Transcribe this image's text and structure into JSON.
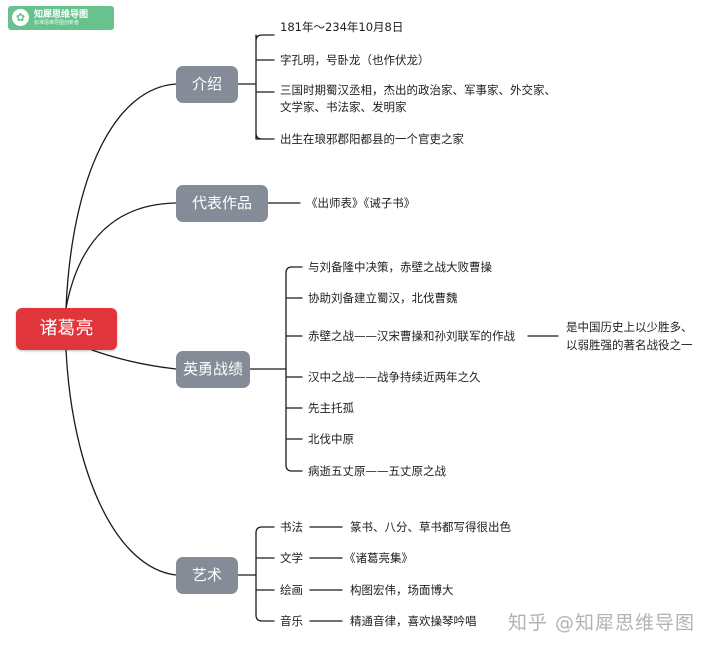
{
  "logo": {
    "mark": "✿",
    "name": "知犀思维导图",
    "tagline": "标准思维导图创新者"
  },
  "root": {
    "label": "诸葛亮"
  },
  "branches": {
    "intro": {
      "label": "介绍",
      "items": [
        "181年～234年10月8日",
        "字孔明，号卧龙（也作伏龙）",
        "三国时期蜀汉丞相，杰出的政治家、军事家、外交家、",
        "文学家、书法家、发明家",
        "出生在琅邪郡阳都县的一个官吏之家"
      ]
    },
    "works": {
      "label": "代表作品",
      "items": [
        "《出师表》《诫子书》"
      ]
    },
    "military": {
      "label": "英勇战绩",
      "items": [
        "与刘备隆中决策，赤壁之战大败曹操",
        "协助刘备建立蜀汉，北伐曹魏",
        "赤壁之战——汉宋曹操和孙刘联军的作战",
        "汉中之战——战争持续近两年之久",
        "先主托孤",
        "北伐中原",
        "病逝五丈原——五丈原之战"
      ],
      "note": [
        "是中国历史上以少胜多、",
        "以弱胜强的著名战役之一"
      ]
    },
    "art": {
      "label": "艺术",
      "items": [
        {
          "label": "书法",
          "detail": "篆书、八分、草书都写得很出色"
        },
        {
          "label": "文学",
          "detail": "《诸葛亮集》"
        },
        {
          "label": "绘画",
          "detail": "构图宏伟，场面博大"
        },
        {
          "label": "音乐",
          "detail": "精通音律，喜欢操琴吟唱"
        }
      ]
    }
  },
  "watermark": "知乎 @知犀思维导图",
  "colors": {
    "root": "#e0353b",
    "branch": "#858c97",
    "logo": "#67c28e",
    "line": "#1a1a1a"
  }
}
